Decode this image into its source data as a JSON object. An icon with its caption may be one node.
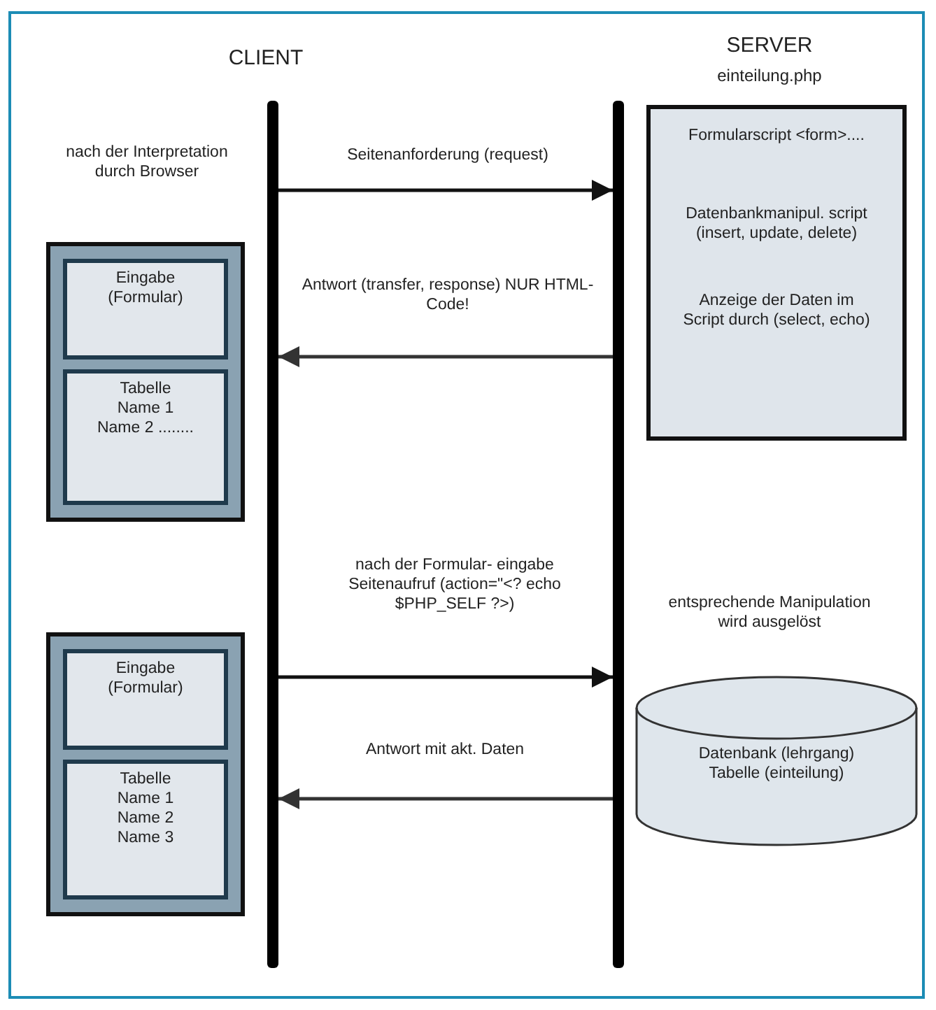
{
  "diagram": {
    "nodes": [
      {
        "text": [],
        "shape": "bar"
      },
      {
        "text": [],
        "shape": "bar"
      },
      {
        "text": [
          "Formularscript <form>....",
          "Datenbankmanipul. script (insert, update, delete)",
          "Anzeige der Daten im Script durch (select, echo)"
        ]
      },
      {
        "text": [],
        "shape": "box"
      },
      {
        "text": [
          "Eingabe (Formular)"
        ],
        "in": 3
      },
      {
        "text": [
          "Tabelle Name 1 Name 2 ........"
        ],
        "in": 3
      },
      {
        "text": [],
        "shape": "box"
      },
      {
        "text": [
          "Eingabe (Formular)"
        ],
        "in": 6
      },
      {
        "text": [
          "Tabelle Name 1 Name 2 Name 3"
        ],
        "in": 6
      },
      {
        "text": [
          "Datenbank (lehrgang) Tabelle (einteilung)"
        ]
      }
    ],
    "edges": [
      {
        "from": 0,
        "to": 1,
        "arrow": "to",
        "label": "Seitenanforderung (request)"
      },
      {
        "from": 1,
        "to": 0,
        "arrow": "to",
        "label": "Antwort (transfer, response) NUR HTML-Code!"
      },
      {
        "from": 0,
        "to": 1,
        "arrow": "to",
        "label": "nach der Formular- eingabe Seitenaufruf (action=\"<? echo $PHP_SELF ?>)"
      },
      {
        "from": 1,
        "to": 0,
        "arrow": "to",
        "label": "Antwort mit akt. Daten"
      }
    ],
    "labels": [
      "CLIENT",
      "SERVER",
      "einteilung.php",
      "nach der Interpretation durch Browser",
      "entsprechende Manipulation wird ausgelöst"
    ]
  }
}
